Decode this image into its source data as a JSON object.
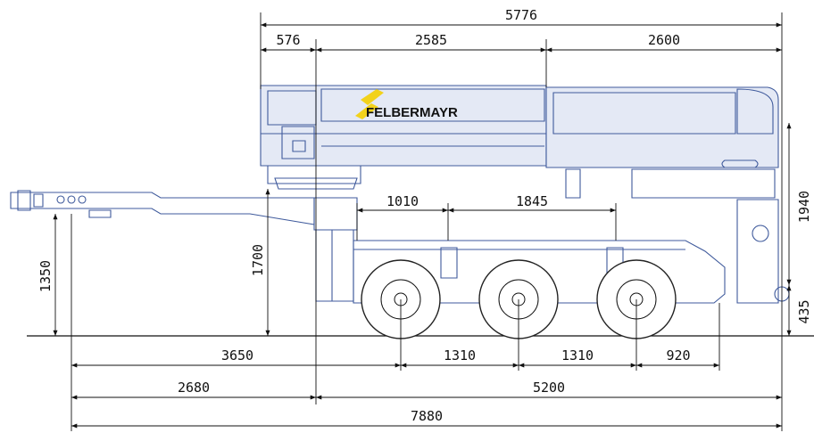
{
  "brand": {
    "name": "FELBERMAYR",
    "colors": {
      "logo_yellow": "#f2d21b",
      "line_blue": "#3f5a9c",
      "dimension_black": "#111111"
    }
  },
  "dimensions": {
    "top_overall": "5776",
    "top_segments": [
      "576",
      "2585",
      "2600"
    ],
    "axle_spacing_upper": [
      "1010",
      "1845"
    ],
    "height_left": "1350",
    "height_middle": "1700",
    "height_right_upper": "1940",
    "height_right_lower": "435",
    "row1": [
      "3650",
      "1310",
      "1310",
      "920"
    ],
    "row2": [
      "2680",
      "5200"
    ],
    "overall_length": "7880"
  }
}
